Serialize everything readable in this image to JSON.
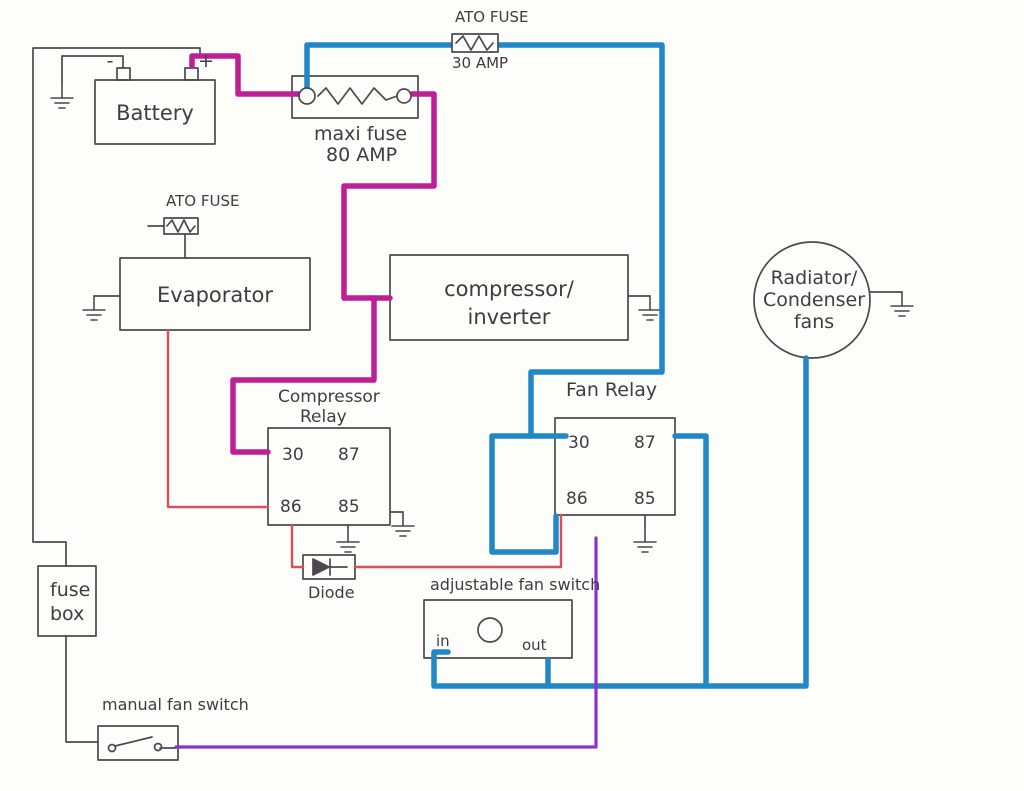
{
  "colors": {
    "magenta": "#bf1f96",
    "blue": "#2187c6",
    "red": "#d94f5c",
    "purple": "#8a35c8",
    "ink": "#4b4852"
  },
  "battery": {
    "label": "Battery",
    "minus": "-",
    "plus": "+"
  },
  "maxi_fuse": {
    "name": "maxi fuse",
    "rating": "80 AMP"
  },
  "ato_fuse_top": {
    "name": "ATO FUSE",
    "rating": "30 AMP"
  },
  "ato_fuse_evap": {
    "name": "ATO FUSE"
  },
  "evaporator": {
    "label": "Evaporator"
  },
  "compressor_inverter": {
    "line1": "compressor/",
    "line2": "inverter"
  },
  "compressor_relay": {
    "line1": "Compressor",
    "line2": "Relay",
    "t30": "30",
    "t87": "87",
    "t86": "86",
    "t85": "85"
  },
  "fan_relay": {
    "label": "Fan Relay",
    "t30": "30",
    "t87": "87",
    "t86": "86",
    "t85": "85"
  },
  "fans": {
    "line1": "Radiator/",
    "line2": "Condenser",
    "line3": "fans"
  },
  "fuse_box": {
    "line1": "fuse",
    "line2": "box"
  },
  "diode": {
    "label": "Diode"
  },
  "adjustable_fan_switch": {
    "label": "adjustable fan switch",
    "in": "in",
    "out": "out"
  },
  "manual_fan_switch": {
    "label": "manual fan switch"
  }
}
